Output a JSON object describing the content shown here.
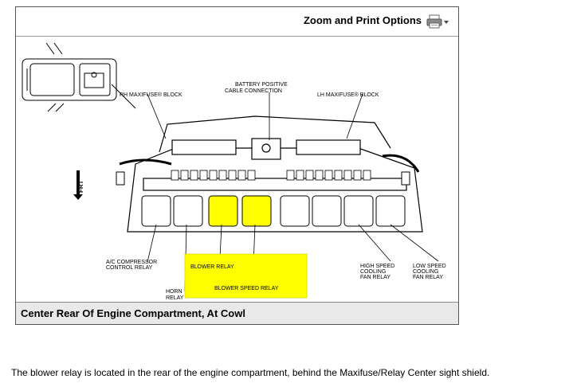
{
  "toolbar": {
    "zoom_label": "Zoom and Print Options",
    "print_icon": "printer-dropdown-icon"
  },
  "figure": {
    "labels": {
      "rh_maxifuse": "RH MAXIFUSE® BLOCK",
      "battery_1": "BATTERY POSITIVE",
      "battery_2": "CABLE CONNECTION",
      "lh_maxifuse": "LH MAXIFUSE® BLOCK",
      "frt": "FRT",
      "ac_1": "A/C COMPRESSOR",
      "ac_2": "CONTROL RELAY",
      "blower_relay": "BLOWER RELAY",
      "blower_speed_relay": "BLOWER SPEED RELAY",
      "horn_1": "HORN",
      "horn_2": "RELAY",
      "high_1": "HIGH SPEED",
      "high_2": "COOLING",
      "high_3": "FAN RELAY",
      "low_1": "LOW SPEED",
      "low_2": "COOLING",
      "low_3": "FAN RELAY"
    },
    "highlight_color": "#ffff00"
  },
  "caption": "Center Rear Of Engine Compartment, At Cowl",
  "footer_text": "The blower relay is located in the rear of the engine compartment, behind the Maxifuse/Relay Center sight shield."
}
